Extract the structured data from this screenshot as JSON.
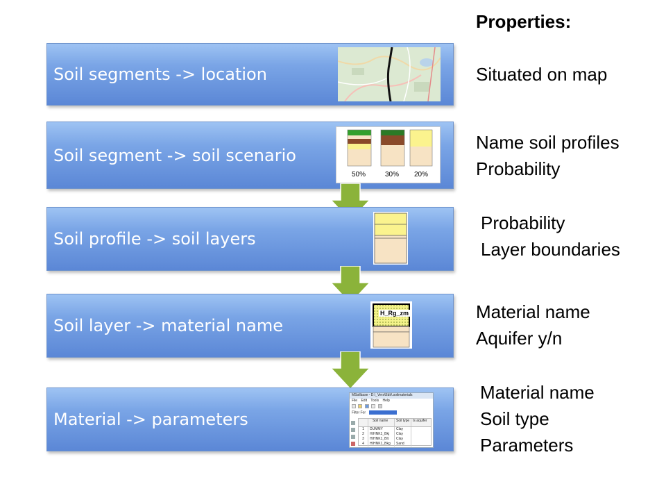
{
  "properties_title": "Properties:",
  "steps": [
    {
      "label": "Soil segments -> location",
      "properties": [
        "Situated on map"
      ]
    },
    {
      "label": "Soil segment -> soil scenario",
      "properties": [
        "Name soil profiles",
        "Probability"
      ]
    },
    {
      "label": "Soil profile -> soil layers",
      "properties": [
        "Probability",
        "Layer boundaries"
      ]
    },
    {
      "label": "Soil layer -> material name",
      "properties": [
        "Material name",
        "Aquifer y/n"
      ]
    },
    {
      "label": "Material -> parameters",
      "properties": [
        "Material name",
        "Soil type",
        "Parameters"
      ]
    }
  ],
  "scenario_thumb": {
    "percentages": [
      "50%",
      "30%",
      "20%"
    ]
  },
  "layer_thumb": {
    "tag": "H_Rg_zm"
  },
  "software_thumb": {
    "window_title": "MSoilbase - D:\\_Vers\\Edit\\.soilmaterials",
    "menu": [
      "File",
      "Edit",
      "Tools",
      "Help"
    ],
    "filter_label": "Filter For",
    "columns": [
      "Soil name",
      "Soil type",
      "Is aquifer"
    ],
    "rows": [
      {
        "num": "1",
        "name": "DUMMY",
        "type": "Clay"
      },
      {
        "num": "2",
        "name": "H/HNK1_Bkj",
        "type": "Clay"
      },
      {
        "num": "3",
        "name": "H/HNK1_Blt",
        "type": "Clay"
      },
      {
        "num": "4",
        "name": "H/HNK1_Bkg",
        "type": "Sand"
      }
    ]
  },
  "colors": {
    "box_top": "#9ec3f3",
    "box_bottom": "#5b87d6",
    "arrow_green": "#8bb33a",
    "soil_yellow": "#fbf38e",
    "soil_tan": "#f7e3c4",
    "soil_brown": "#8a4a2a",
    "soil_green": "#33a02c"
  },
  "icons": [
    "down-arrow-icon"
  ]
}
